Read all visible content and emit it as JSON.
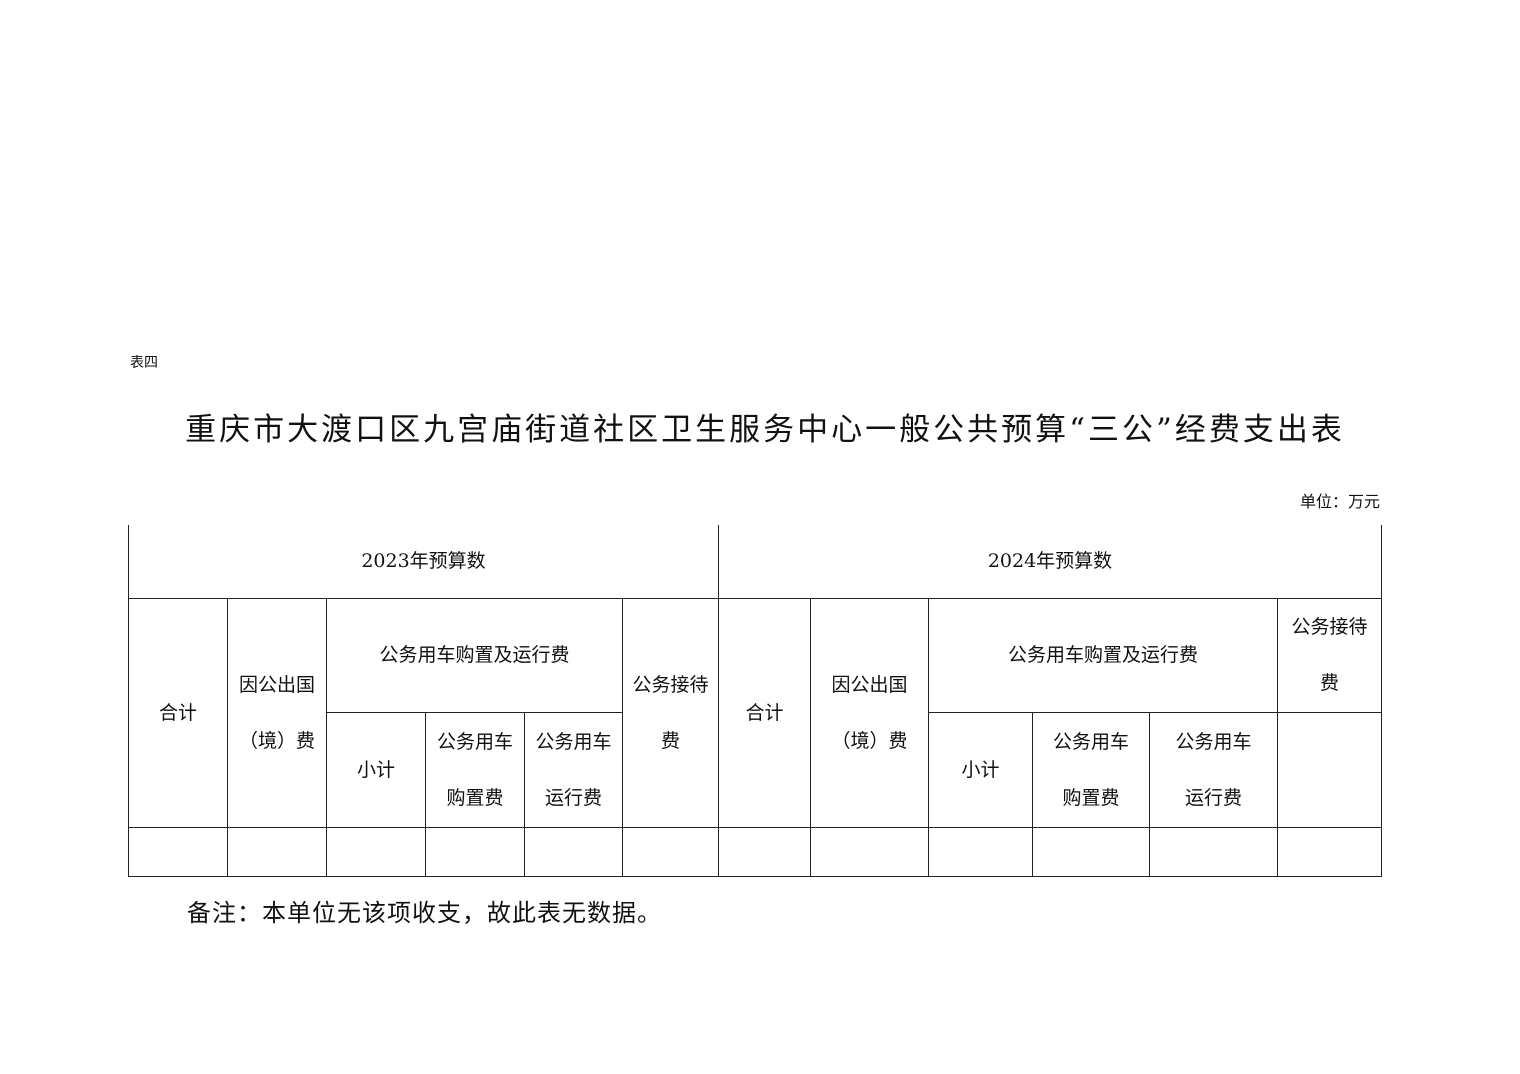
{
  "table_label": "表四",
  "title": "重庆市大渡口区九宫庙街道社区卫生服务中心一般公共预算“三公”经费支出表",
  "unit": "单位：万元",
  "groups": [
    {
      "header": "2023年预算数",
      "total": "合计",
      "abroad_1": "因公出国",
      "abroad_2": "（境）费",
      "vehicle": "公务用车购置及运行费",
      "subtotal": "小计",
      "purchase_1": "公务用车",
      "purchase_2": "购置费",
      "operation_1": "公务用车",
      "operation_2": "运行费",
      "reception_1": "公务接待",
      "reception_2": "费"
    },
    {
      "header": "2024年预算数",
      "total": "合计",
      "abroad_1": "因公出国",
      "abroad_2": "（境）费",
      "vehicle": "公务用车购置及运行费",
      "subtotal": "小计",
      "purchase_1": "公务用车",
      "purchase_2": "购置费",
      "operation_1": "公务用车",
      "operation_2": "运行费",
      "reception_1": "公务接待",
      "reception_2": "费"
    }
  ],
  "data_row": [
    "",
    "",
    "",
    "",
    "",
    "",
    "",
    "",
    "",
    "",
    "",
    ""
  ],
  "note": "备注：本单位无该项收支，故此表无数据。"
}
